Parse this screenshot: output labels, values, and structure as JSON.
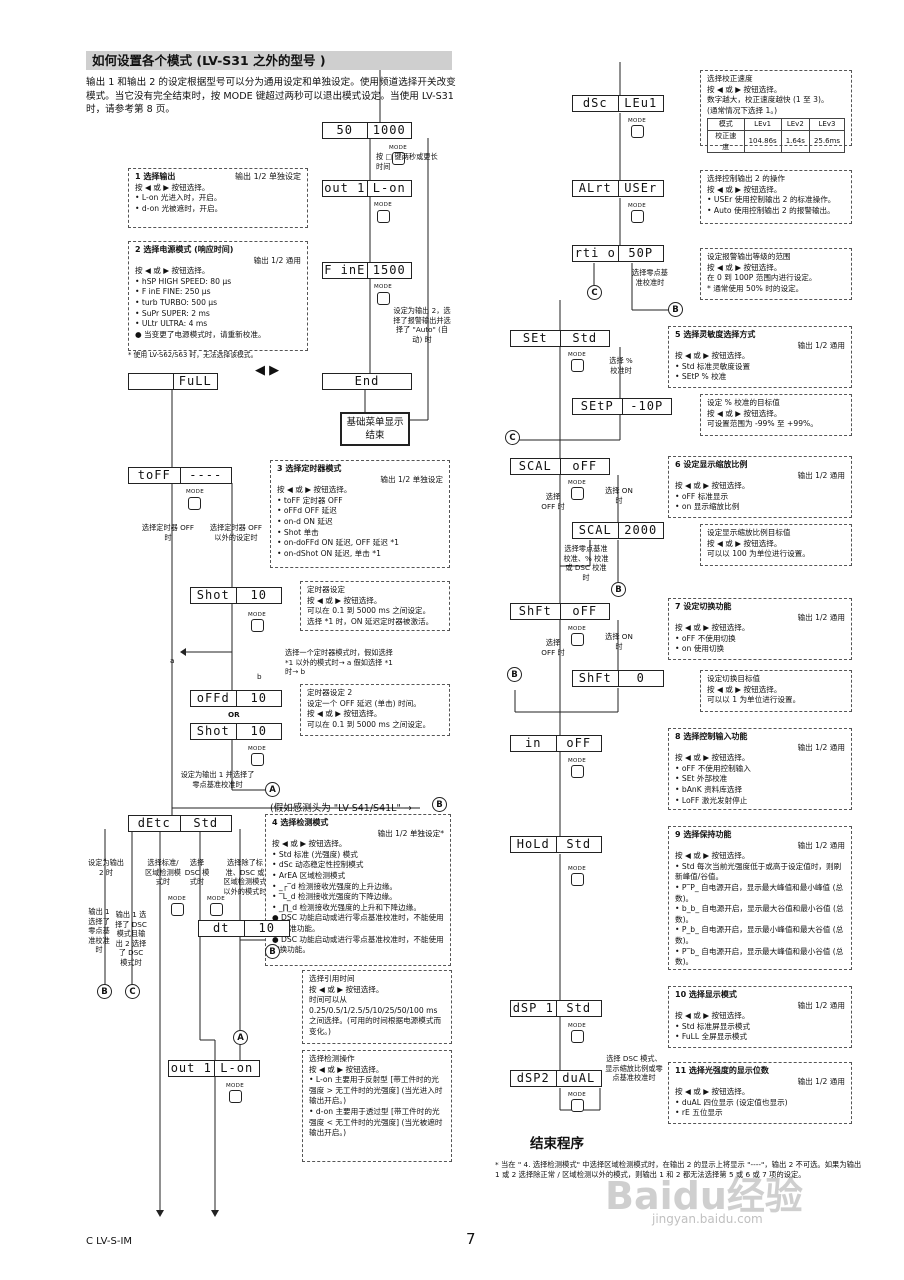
{
  "header": {
    "title": "如何设置各个模式 (LV-S31 之外的型号 )",
    "intro": "输出 1 和输出 2 的设定根据型号可以分为通用设定和单独设定。使用频道选择开关改变模式。当它没有完全结束时，按 MODE 键超过两秒可以退出模式设定。当使用 LV-S31 时，请参考第 8 页。"
  },
  "displays": {
    "d50": [
      "50",
      "1000"
    ],
    "out1a": [
      "out 1",
      "L-on"
    ],
    "fine": [
      "F inE",
      "1500"
    ],
    "full": [
      "",
      "FuLL"
    ],
    "end": [
      "End"
    ],
    "toff": [
      "toFF",
      "----"
    ],
    "shot1": [
      "Shot",
      "10"
    ],
    "offd": [
      "oFFd",
      "10"
    ],
    "shot2": [
      "Shot",
      "10"
    ],
    "detc": [
      "dEtc",
      "Std"
    ],
    "dt": [
      "dt",
      "10"
    ],
    "out1b": [
      "out 1",
      "L-on"
    ],
    "dsc": [
      "dSc",
      "LEu1"
    ],
    "alrt": [
      "ALrt",
      "USEr"
    ],
    "rtio": [
      "rti o",
      "50P"
    ],
    "set": [
      "SEt",
      "Std"
    ],
    "setp": [
      "SEtP",
      "-10P"
    ],
    "scal1": [
      "SCAL",
      "oFF"
    ],
    "scal2": [
      "SCAL",
      "2000"
    ],
    "shft1": [
      "ShFt",
      "oFF"
    ],
    "shft2": [
      "ShFt",
      "0"
    ],
    "in": [
      "in",
      "oFF"
    ],
    "hold": [
      "HoLd",
      "Std"
    ],
    "dsp1": [
      "dSP 1",
      "Std"
    ],
    "dsp2": [
      "dSP2",
      "duAL"
    ]
  },
  "mode_label": "MODE",
  "labels": {
    "press_mode": "按 □ 键两秒或更长时间",
    "end_menu": "基础菜单显示结束",
    "out2_alarm": "设定为输出 2，选择了报警输出并选择了 \"Auto\" (自动) 时",
    "timer_off": "选择定时器 OFF 时",
    "timer_other": "选择定时器 OFF 以外的设定时",
    "select_note": "选择一个定时器模式时，假如选择 *1 以外的模式时→ a 假如选择 *1 时→ b",
    "a": "a",
    "b": "b",
    "or": "OR",
    "out1_zero": "设定为输出 1 并选择了零点基准校准时",
    "lvs41": "(假如感测头为 \"LV-S41/S41L\" →",
    "out2_set": "设定为输出 2 时",
    "out1_dsc": "输出 1 选择了零点基准校准时",
    "out1_dsc2": "输出 1 选择了 DSC 模式且输出 2 选择了 DSC 模式时",
    "std_area": "选择标准/区域检测模式时",
    "dsc_mode": "选择 DSC 模式时",
    "other_mode": "选择除了标准、DSC 或区域检测模式以外的模式时",
    "zero_ref": "选择零点基准校准时",
    "pct_cal": "选择 % 校准时",
    "off_time": "选择 OFF 时",
    "on_time": "选择 ON 时",
    "zero_pct_dsc": "选择零点基准校准、% 校准或 DSC 校准时",
    "off_time2": "选择 OFF 时",
    "on_time2": "选择 ON 时",
    "dsc_select": "选择 DSC 模式、显示缩放比例或零点基准校准时",
    "end_program": "结束程序",
    "circle_a": "A",
    "circle_b": "B",
    "circle_c": "C"
  },
  "boxes": {
    "b1_title": "1 选择输出",
    "b1_sub": "输出 1/2 单独设定",
    "b1_lines": [
      "按 ◀ 或 ▶ 按钮选择。",
      "• L-on 光进入时，开启。",
      "• d-on 光被遮时，开启。"
    ],
    "b2_title": "2 选择电源模式 (响应时间)",
    "b2_sub": "输出 1/2 通用",
    "b2_lines": [
      "按 ◀ 或 ▶ 按钮选择。",
      "• hSP HIGH SPEED: 80 μs",
      "• F inE FINE: 250 μs",
      "• turb TURBO: 500 μs",
      "• SuPr SUPER: 2 ms",
      "• ULtr ULTRA: 4 ms",
      "● 当变更了电源模式时，请重新校准。"
    ],
    "b2_note": "* 使用 LV-S62/S63 时，无法选择该模式。",
    "b3_title": "3 选择定时器模式",
    "b3_sub": "输出 1/2 单独设定",
    "b3_lines": [
      "按 ◀ 或 ▶ 按钮选择。",
      "• toFF 定时器 OFF",
      "• oFFd OFF 延迟",
      "• on-d ON 延迟",
      "• Shot 单击",
      "• on-doFFd ON 延迟, OFF 延迟 *1",
      "• on-dShot ON 延迟, 单击 *1"
    ],
    "b_timer1_lines": [
      "定时器设定",
      "按 ◀ 或 ▶ 按钮选择。",
      "可以在 0.1 到 5000 ms 之间设定。",
      "选择 *1 时，ON 延迟定时器被激活。"
    ],
    "b_timer2_lines": [
      "定时器设定 2",
      "设定一个 OFF 延迟 (单击) 时间。",
      "按 ◀ 或 ▶ 按钮选择。",
      "可以在 0.1 到 5000 ms 之间设定。"
    ],
    "b4_title": "4 选择检测模式",
    "b4_sub": "输出 1/2 单独设定*",
    "b4_lines": [
      "按 ◀ 或 ▶ 按钮选择。",
      "• Std 标准 (光强度) 模式",
      "• dSc 动态稳定性控制模式",
      "• ArEA 区域检测模式",
      "• _┌‾d 检测接收光强度的上升边缘。",
      "• ‾L_d 检测接收光强度的下降边缘。",
      "• _∏_d 检测接收光强度的上升和下降边缘。",
      "● DSC 功能启动或进行零点基准校准时，不能使用 % 校准功能。",
      "● DSC 功能启动或进行零点基准校准时，不能使用切换功能。"
    ],
    "b_dt_lines": [
      "选择引用时间",
      "按 ◀ 或 ▶ 按钮选择。",
      "时间可以从 0.25/0.5/1/2.5/5/10/25/50/100 ms 之间选择。(可用的时间根据电源模式而变化。)"
    ],
    "b_det_lines": [
      "选择检测操作",
      "按 ◀ 或 ▶ 按钮选择。",
      "• L-on 主要用于反射型 [带工件时的光强度 > 无工件时的光强度] (当光进入时输出开启。)",
      "• d-on 主要用于透过型 [带工件时的光强度 < 无工件时的光强度] (当光被遮时输出开启。)"
    ],
    "b_dsc_lines": [
      "选择校正速度",
      "按 ◀ 或 ▶ 按钮选择。",
      "数字越大，校正速度越快 (1 至 3)。",
      "(通常情况下选择 1。)"
    ],
    "b_dsc_table": {
      "head": [
        "模式",
        "LEv1",
        "LEv2",
        "LEv3"
      ],
      "row": [
        "校正速度",
        "104.86s",
        "1.64s",
        "25.6ms"
      ]
    },
    "b_alrt_lines": [
      "选择控制输出 2 的操作",
      "按 ◀ 或 ▶ 按钮选择。",
      "• USEr 使用控制输出 2 的标准操作。",
      "• Auto 使用控制输出 2 的报警输出。"
    ],
    "b_rtio_lines": [
      "设定报警输出等级的范围",
      "按 ◀ 或 ▶ 按钮选择。",
      "在 0 到 100P 范围内进行设定。",
      "* 通常使用 50% 时的设定。"
    ],
    "b5_title": "5 选择灵敏度选择方式",
    "b5_sub": "输出 1/2 通用",
    "b5_lines": [
      "按 ◀ 或 ▶ 按钮选择。",
      "• Std 标准灵敏度设置",
      "• SEtP % 校准"
    ],
    "b_setp_lines": [
      "设定 % 校准的目标值",
      "按 ◀ 或 ▶ 按钮选择。",
      "可设置范围为 -99% 至 +99%。"
    ],
    "b6_title": "6 设定显示缩放比例",
    "b6_sub": "输出 1/2 通用",
    "b6_lines": [
      "按 ◀ 或 ▶ 按钮选择。",
      "• oFF 标准显示",
      "• on 显示缩放比例"
    ],
    "b_scal_lines": [
      "设定显示缩放比例目标值",
      "按 ◀ 或 ▶ 按钮选择。",
      "可以以 100 为单位进行设置。"
    ],
    "b7_title": "7 设定切换功能",
    "b7_sub": "输出 1/2 通用",
    "b7_lines": [
      "按 ◀ 或 ▶ 按钮选择。",
      "• oFF 不使用切换",
      "• on 使用切换"
    ],
    "b_shft_lines": [
      "设定切换目标值",
      "按 ◀ 或 ▶ 按钮选择。",
      "可以以 1 为单位进行设置。"
    ],
    "b8_title": "8 选择控制输入功能",
    "b8_sub": "输出 1/2 通用",
    "b8_lines": [
      "按 ◀ 或 ▶ 按钮选择。",
      "• oFF 不使用控制输入",
      "• SEt 外部校准",
      "• bAnK 资料库选择",
      "• LoFF 激光发射停止"
    ],
    "b9_title": "9 选择保持功能",
    "b9_sub": "输出 1/2 通用",
    "b9_lines": [
      "按 ◀ 或 ▶ 按钮选择。",
      "• Std 每次当前光强度低于或高于设定值时，则刷新峰值/谷值。",
      "• P‾P_ 自电源开启，显示最大峰值和最小峰值 (总数)。",
      "• b_b_ 自电源开启，显示最大谷值和最小谷值 (总数)。",
      "• P_b_ 自电源开启，显示最小峰值和最大谷值 (总数)。",
      "• P‾b_ 自电源开启，显示最大峰值和最小谷值 (总数)。"
    ],
    "b10_title": "10 选择显示模式",
    "b10_sub": "输出 1/2 通用",
    "b10_lines": [
      "按 ◀ 或 ▶ 按钮选择。",
      "• Std 标准屏显示模式",
      "• FuLL 全屏显示模式"
    ],
    "b11_title": "11 选择光强度的显示位数",
    "b11_sub": "输出 1/2 通用",
    "b11_lines": [
      "按 ◀ 或 ▶ 按钮选择。",
      "• duAL 四位显示 (设定值也显示)",
      "• rE 五位显示"
    ]
  },
  "footer": {
    "note": "* 当在 \" 4. 选择检测模式\" 中选择区域检测模式时，在输出 2 的显示上将显示 \"----\"，输出 2 不可选。如果为输出 1 或 2 选择除正常 / 区域检测以外的模式，则输出 1 和 2 都无法选择第 5 或 6 或 7 项的设定。",
    "left": "C LV-S-IM",
    "page": "7",
    "watermark": "Baidu经验",
    "watermark_url": "jingyan.baidu.com"
  }
}
